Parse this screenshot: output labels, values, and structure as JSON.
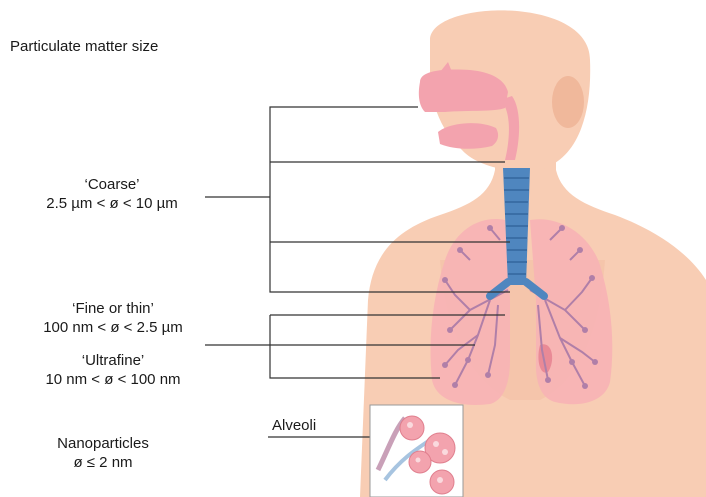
{
  "title": "Particulate matter size",
  "categories": [
    {
      "name": "‘Coarse’",
      "range": "2.5 µm < ø < 10 µm"
    },
    {
      "name": "‘Fine or thin’",
      "range": "100 nm < ø < 2.5 µm"
    },
    {
      "name": "‘Ultrafine’",
      "range": "10 nm < ø < 100 nm"
    },
    {
      "name": "Nanoparticles",
      "range": "ø ≤ 2 nm"
    }
  ],
  "inset_label": "Alveoli",
  "colors": {
    "skin": "#f8cdb4",
    "skin_shadow": "#f0b89b",
    "airway": "#f3a3ae",
    "trachea": "#4f86bf",
    "lung": "#f7b2b5",
    "bronchi": "#b07fa8",
    "line": "#333333"
  }
}
